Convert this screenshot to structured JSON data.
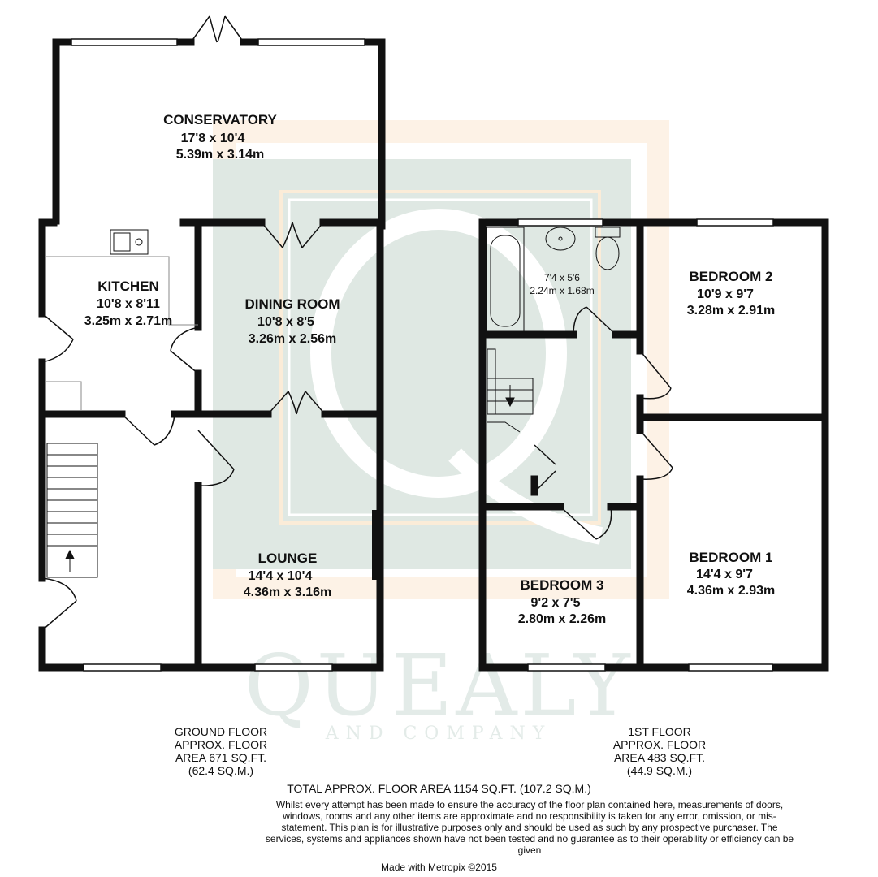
{
  "watermark": {
    "brand": "QUEALY",
    "subtitle": "AND COMPANY"
  },
  "ground_floor": {
    "rooms": [
      {
        "name": "CONSERVATORY",
        "imperial": "17'8 x 10'4",
        "metric": "5.39m x 3.14m"
      },
      {
        "name": "KITCHEN",
        "imperial": "10'8 x 8'11",
        "metric": "3.25m x 2.71m"
      },
      {
        "name": "DINING ROOM",
        "imperial": "10'8 x 8'5",
        "metric": "3.26m x 2.56m"
      },
      {
        "name": "LOUNGE",
        "imperial": "14'4 x 10'4",
        "metric": "4.36m x 3.16m"
      }
    ],
    "caption": "GROUND FLOOR\nAPPROX. FLOOR\nAREA 671 SQ.FT.\n(62.4 SQ.M.)"
  },
  "first_floor": {
    "rooms": [
      {
        "name": "BEDROOM 2",
        "imperial": "10'9 x 9'7",
        "metric": "3.28m x 2.91m"
      },
      {
        "name": "BEDROOM 1",
        "imperial": "14'4 x 9'7",
        "metric": "4.36m x 2.93m"
      },
      {
        "name": "BEDROOM 3",
        "imperial": "9'2 x 7'5",
        "metric": "2.80m x 2.26m"
      }
    ],
    "bathroom": {
      "imperial": "7'4 x 5'6",
      "metric": "2.24m x 1.68m"
    },
    "caption": "1ST FLOOR\nAPPROX. FLOOR\nAREA 483 SQ.FT.\n(44.9 SQ.M.)"
  },
  "total_area": "TOTAL APPROX. FLOOR AREA 1154 SQ.FT. (107.2 SQ.M.)",
  "disclaimer": "Whilst every attempt has been made to ensure the accuracy of the floor plan contained here, measurements of doors, windows, rooms and any other items are approximate and no responsibility is taken for any error, omission, or mis-statement. This plan is for illustrative purposes only and should be used as such by any prospective purchaser. The services, systems and appliances shown have not been tested and no guarantee as to their operability or efficiency can be given",
  "credit": "Made with Metropix ©2015",
  "colors": {
    "wall": "#111111",
    "watermark_green": "#dfe8e3",
    "watermark_orange": "#fdf1e4"
  }
}
